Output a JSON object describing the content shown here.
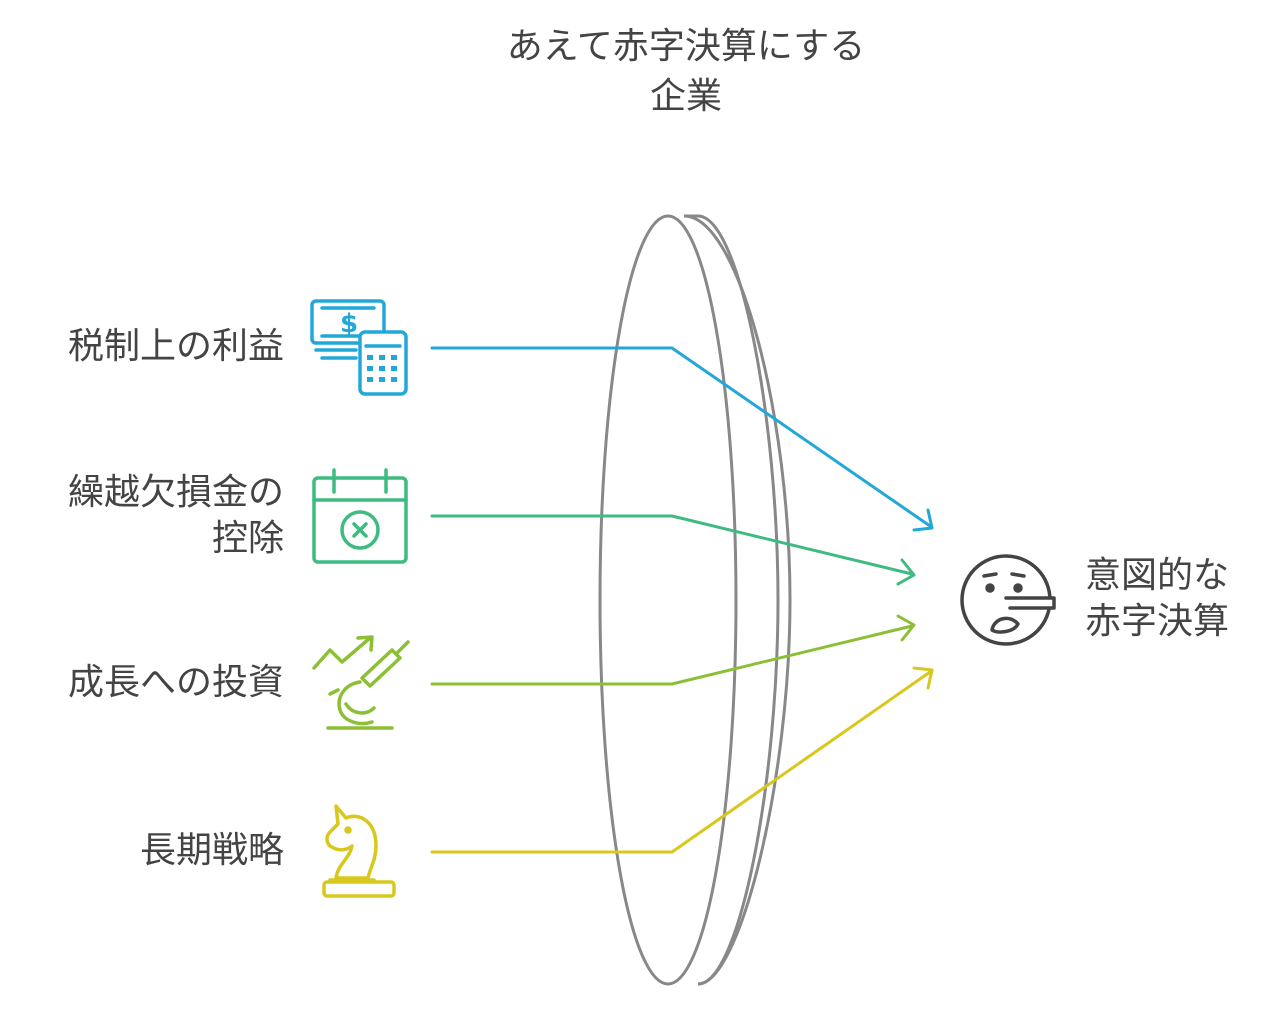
{
  "title": {
    "line1": "あえて赤字決算にする",
    "line2": "企業"
  },
  "inputs": [
    {
      "lines": [
        "税制上の利益"
      ],
      "icon": "money-calculator-icon",
      "color": "#22a8d8"
    },
    {
      "lines": [
        "繰越欠損金の",
        "控除"
      ],
      "icon": "calendar-cancel-icon",
      "color": "#3dbb80"
    },
    {
      "lines": [
        "成長への投資"
      ],
      "icon": "growth-microscope-icon",
      "color": "#8dbf36"
    },
    {
      "lines": [
        "長期戦略"
      ],
      "icon": "chess-knight-icon",
      "color": "#d8c81e"
    }
  ],
  "result": {
    "lines": [
      "意図的な",
      "赤字決算"
    ],
    "icon": "lying-face-icon"
  },
  "lens": {
    "color": "#888888"
  }
}
